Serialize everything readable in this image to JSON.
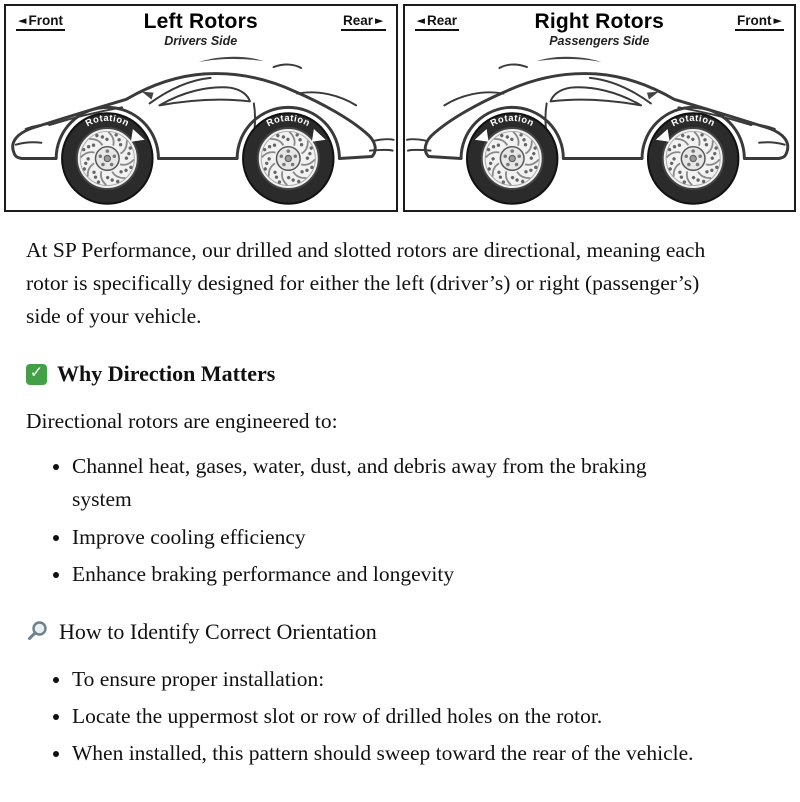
{
  "diagram": {
    "rotation_label": "Rotation",
    "panels": [
      {
        "left_arrow_label": "Front",
        "right_arrow_label": "Rear",
        "title": "Left Rotors",
        "subtitle": "Drivers Side"
      },
      {
        "left_arrow_label": "Rear",
        "right_arrow_label": "Front",
        "title": "Right Rotors",
        "subtitle": "Passengers Side"
      }
    ]
  },
  "article": {
    "intro": "At SP Performance, our drilled and slotted rotors are directional, meaning each rotor is specifically designed for either the left (driver’s) or right (passenger’s) side of your vehicle.",
    "why": {
      "icon": "check-icon",
      "icon_color": "#43a047",
      "heading": "Why Direction Matters",
      "lead": "Directional rotors are engineered to:",
      "bullets": [
        "Channel heat, gases, water, dust, and debris away from the braking system",
        "Improve cooling efficiency",
        "Enhance braking performance and longevity"
      ]
    },
    "identify": {
      "icon": "magnifier-icon",
      "icon_color": "#6e7f8d",
      "heading": "How to Identify Correct Orientation",
      "bullets": [
        "To ensure proper installation:",
        "Locate the uppermost slot or row of drilled holes on the rotor.",
        "When installed, this pattern should sweep toward the rear of the vehicle."
      ]
    }
  }
}
